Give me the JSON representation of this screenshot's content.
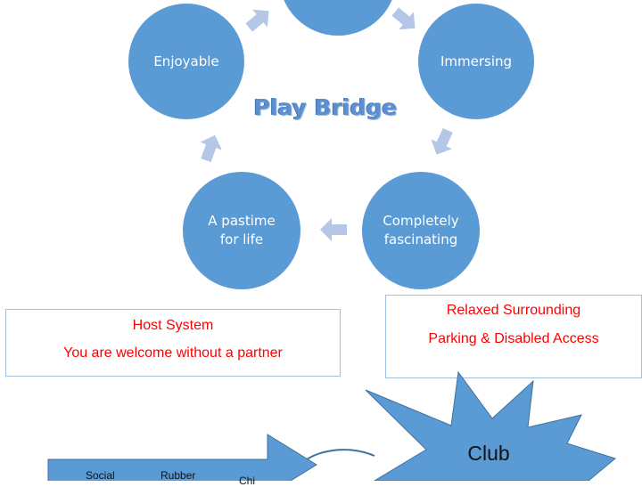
{
  "diagram": {
    "title": "Play Bridge",
    "circles": [
      {
        "id": "top",
        "label": ""
      },
      {
        "id": "enjoyable",
        "label": "Enjoyable"
      },
      {
        "id": "immersing",
        "label": "Immersing"
      },
      {
        "id": "fascinating",
        "label": "Completely\nfascinating"
      },
      {
        "id": "pastime",
        "label": "A pastime\nfor life"
      }
    ]
  },
  "boxes": {
    "left": {
      "line1": "Host System",
      "line2": "You are welcome without a partner"
    },
    "right": {
      "line1": "Relaxed Surrounding",
      "line2": "Parking & Disabled Access"
    }
  },
  "bottom": {
    "star_label": "Club",
    "arrow_labels": [
      "Social",
      "Rubber",
      "Chi"
    ]
  },
  "colors": {
    "circle": "#5b9bd5",
    "arrow": "#b4c7e7",
    "box_text": "#ff0000",
    "star": "#5b9bd5"
  }
}
